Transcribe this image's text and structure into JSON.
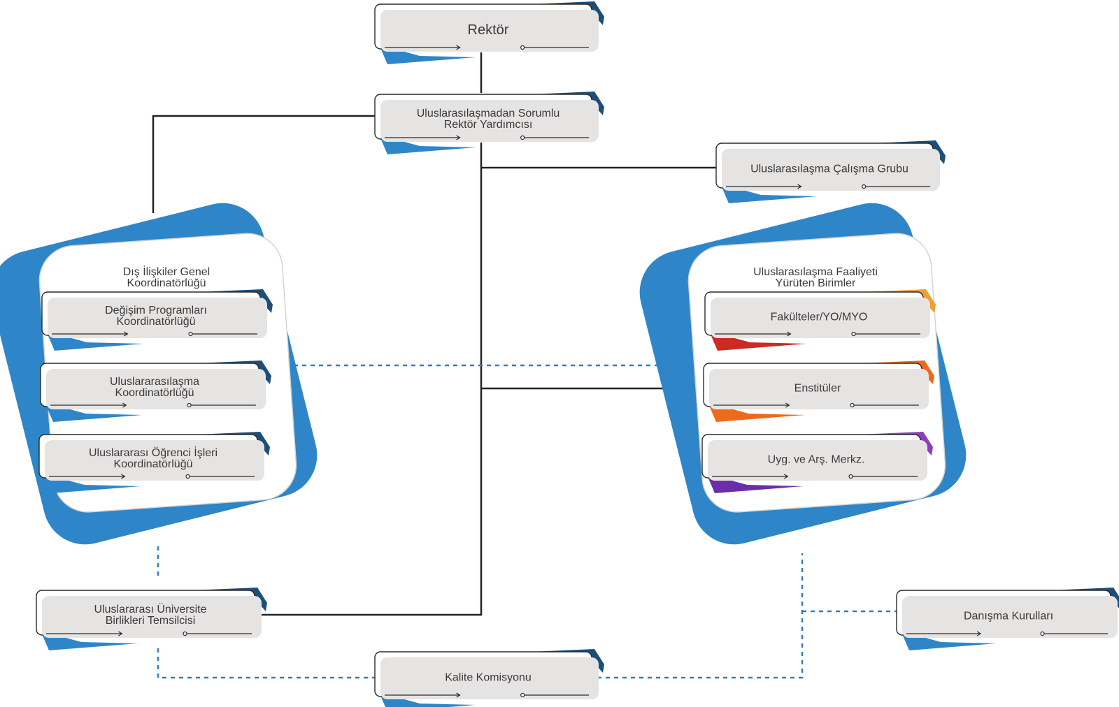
{
  "diagram": {
    "rektor": "Rektör",
    "vice_rector": [
      "Uluslarasılaşmadan Sorumlu",
      "Rektör Yardımcısı"
    ],
    "working_group": "Uluslarasılaşma Çalışma Grubu",
    "left_group": {
      "title": [
        "Dış İlişkiler Genel",
        "Koordinatörlüğü"
      ],
      "items": [
        [
          "Değişim Programları",
          "Koordinatörlüğü"
        ],
        [
          "Uluslararasılaşma",
          "Koordinatörlüğü"
        ],
        [
          "Uluslararası Öğrenci İşleri",
          "Koordinatörlüğü"
        ]
      ]
    },
    "right_group": {
      "title": [
        "Uluslarasılaşma Faaliyeti",
        "Yürüten Birimler"
      ],
      "items": [
        {
          "text": "Fakülteler/YO/MYO",
          "accent": "#f0a030",
          "accent2": "#cc2a22"
        },
        {
          "text": "Enstitüler",
          "accent": "#ee6a1a",
          "accent2": "#ee6a1a"
        },
        {
          "text": "Uyg. ve Arş. Merkz.",
          "accent": "#8a3fc0",
          "accent2": "#6a2fa8"
        }
      ]
    },
    "university_unions": [
      "Uluslararası Üniversite",
      "Birlikleri Temsilcisi"
    ],
    "advisory_boards": "Danışma Kurulları",
    "quality_commission": "Kalite Komisyonu"
  },
  "colors": {
    "blue": "#2e86c8",
    "dark_blue": "#1d4e7a",
    "box_fill": "#e6e4e3",
    "line": "#222222",
    "dashed": "#2f7fc1"
  }
}
